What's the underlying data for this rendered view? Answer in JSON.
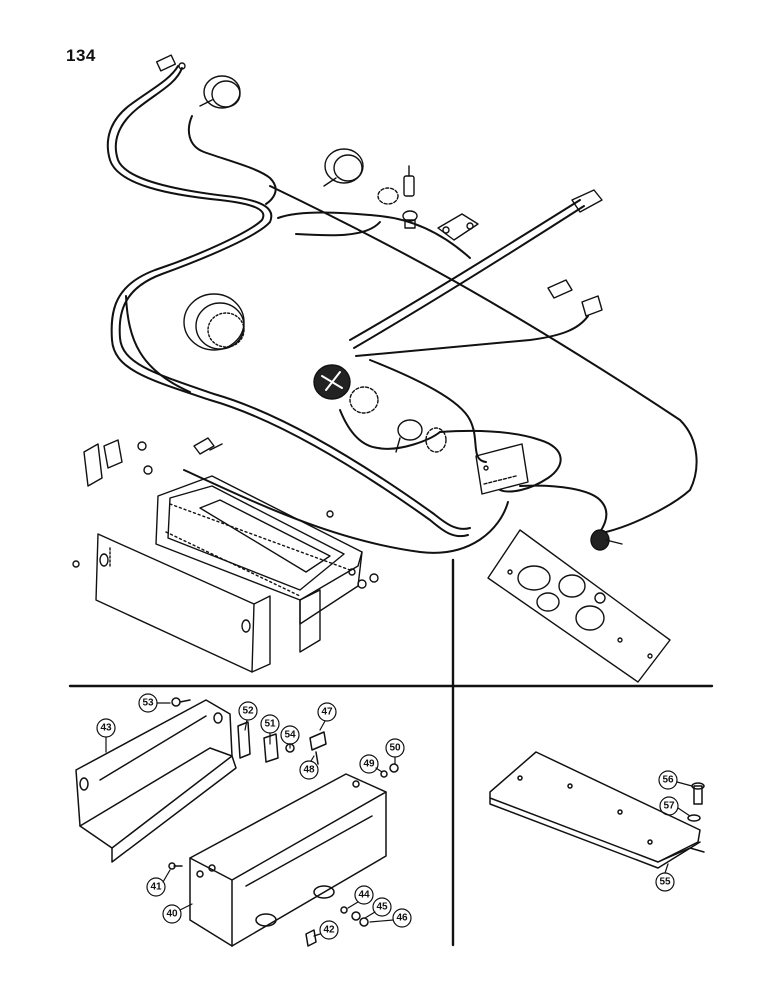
{
  "page": {
    "number": "134"
  },
  "callouts": [
    {
      "id": "c53",
      "label": "53"
    },
    {
      "id": "c52",
      "label": "52"
    },
    {
      "id": "c51",
      "label": "51"
    },
    {
      "id": "c54",
      "label": "54"
    },
    {
      "id": "c47",
      "label": "47"
    },
    {
      "id": "c48",
      "label": "48"
    },
    {
      "id": "c49",
      "label": "49"
    },
    {
      "id": "c50",
      "label": "50"
    },
    {
      "id": "c43",
      "label": "43"
    },
    {
      "id": "c41",
      "label": "41"
    },
    {
      "id": "c40",
      "label": "40"
    },
    {
      "id": "c44",
      "label": "44"
    },
    {
      "id": "c45",
      "label": "45"
    },
    {
      "id": "c46",
      "label": "46"
    },
    {
      "id": "c42",
      "label": "42"
    },
    {
      "id": "c56",
      "label": "56"
    },
    {
      "id": "c57",
      "label": "57"
    },
    {
      "id": "c55",
      "label": "55"
    }
  ]
}
